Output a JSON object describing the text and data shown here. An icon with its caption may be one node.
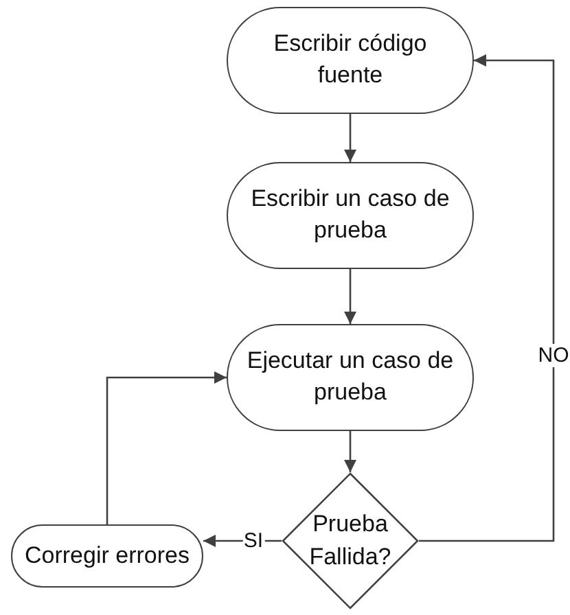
{
  "diagram": {
    "nodes": [
      {
        "text": [
          "Escribir código fuente"
        ]
      },
      {
        "text": [
          "Escribir un caso de prueba"
        ]
      },
      {
        "text": [
          "Ejecutar un caso de prueba"
        ]
      },
      {
        "text": [
          "Prueba Fallida?"
        ]
      },
      {
        "text": [
          "Corregir errores"
        ]
      }
    ],
    "edges": [
      {
        "from": 0,
        "to": 1,
        "arrow": "to"
      },
      {
        "from": 1,
        "to": 2,
        "arrow": "to"
      },
      {
        "from": 2,
        "to": 3,
        "arrow": "to"
      },
      {
        "from": 3,
        "to": 4,
        "arrow": "to",
        "label": "SI"
      },
      {
        "from": 3,
        "to": 0,
        "arrow": "to",
        "label": "NO"
      },
      {
        "from": 4,
        "to": 2,
        "arrow": "to"
      }
    ]
  }
}
